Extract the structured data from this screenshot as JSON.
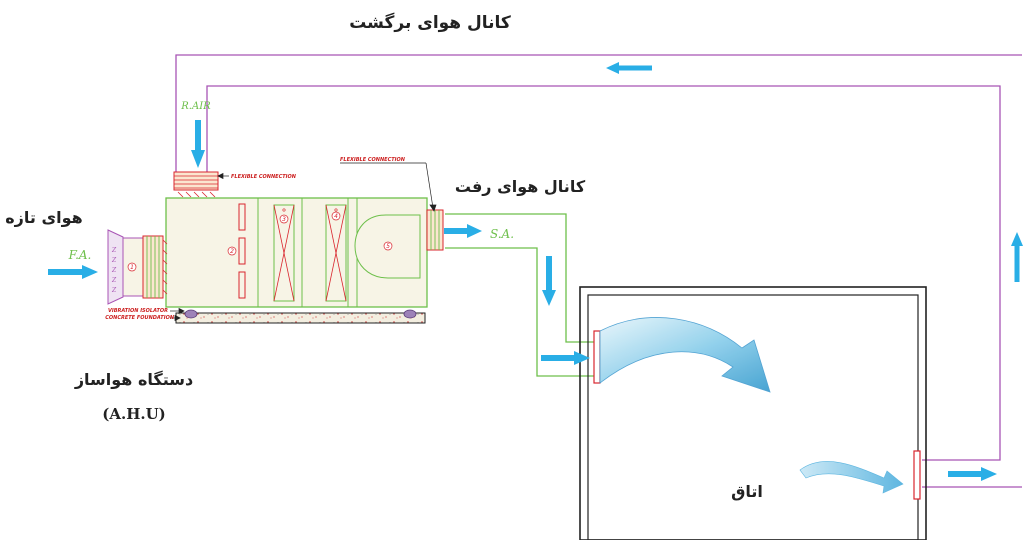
{
  "labels": {
    "return_duct": "کانال هوای برگشت",
    "supply_duct": "کانال هوای رفت",
    "fresh_air": "هوای تازه",
    "ahu_name": "دستگاه هواساز",
    "ahu_abbr": "(A.H.U)",
    "room": "اتاق",
    "r_air": "R.AIR",
    "f_a": "F.A.",
    "s_a": "S.A.",
    "flex_top": "FLEXIBLE CONNECTION",
    "flex_right": "FLEXIBLE CONNECTION",
    "vibration": "VIBRATION ISOLATOR",
    "foundation": "CONCRETE FOUNDATION"
  },
  "sections": [
    "1",
    "2",
    "3",
    "4",
    "5"
  ],
  "colors": {
    "return_duct": "#a855b5",
    "supply_duct": "#6dbf4a",
    "flow_arrow": "#29aee6",
    "flex_red": "#d9262e",
    "ahu_body": "#f7f4e6",
    "room_wall": "#222222"
  }
}
